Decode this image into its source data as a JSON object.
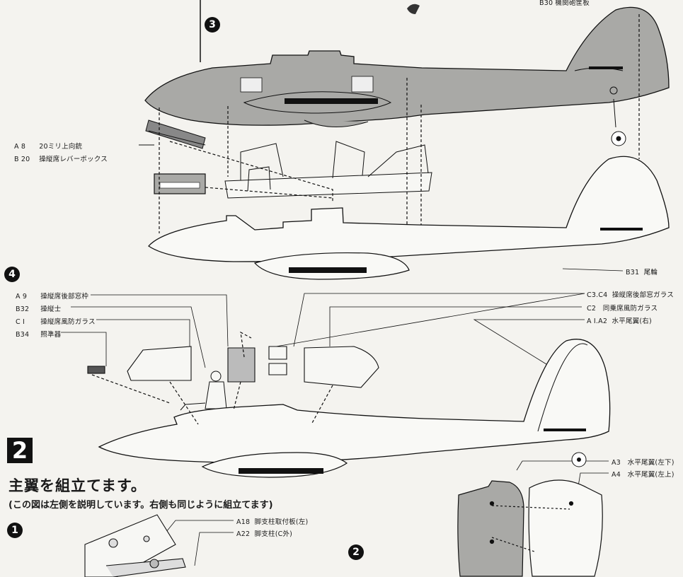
{
  "steps": {
    "step3": "3",
    "step4": "4",
    "section2_number": "2",
    "sub1": "1",
    "sub2": "2"
  },
  "top_cropped_label": "B30  機関砲筐板",
  "section_heading": "主翼を組立てます。",
  "section_note": "(この図は左側を説明しています。右側も同じように組立てます)",
  "labels_left_upper": [
    {
      "code": "A 8",
      "text": "20ミリ上向銃"
    },
    {
      "code": "B 20",
      "text": "操縦席レバーボックス"
    }
  ],
  "label_b31": {
    "code": "B31",
    "text": "尾輪"
  },
  "labels_left_mid": [
    {
      "code": "A 9",
      "text": "操縦席後部窓枠"
    },
    {
      "code": "B32",
      "text": "操縦士"
    },
    {
      "code": "C I",
      "text": "操縦席風防ガラス"
    },
    {
      "code": "B34",
      "text": "照準器"
    }
  ],
  "labels_right_mid": [
    {
      "code": "C3.C4",
      "text": "操縦席後部窓ガラス"
    },
    {
      "code": "C2",
      "text": "同乗席風防ガラス"
    },
    {
      "code": "A I.A2",
      "text": "水平尾翼(右)"
    }
  ],
  "labels_right_lower": [
    {
      "code": "A3",
      "text": "水平尾翼(左下)"
    },
    {
      "code": "A4",
      "text": "水平尾翼(左上)"
    }
  ],
  "labels_bottom": [
    {
      "code": "A18",
      "text": "脚支柱取付板(左)"
    },
    {
      "code": "A22",
      "text": "脚支柱(C外)"
    }
  ],
  "colors": {
    "fill_gray": "#a9a9a6",
    "ink": "#1a1a1a",
    "paper": "#f4f3ef"
  }
}
